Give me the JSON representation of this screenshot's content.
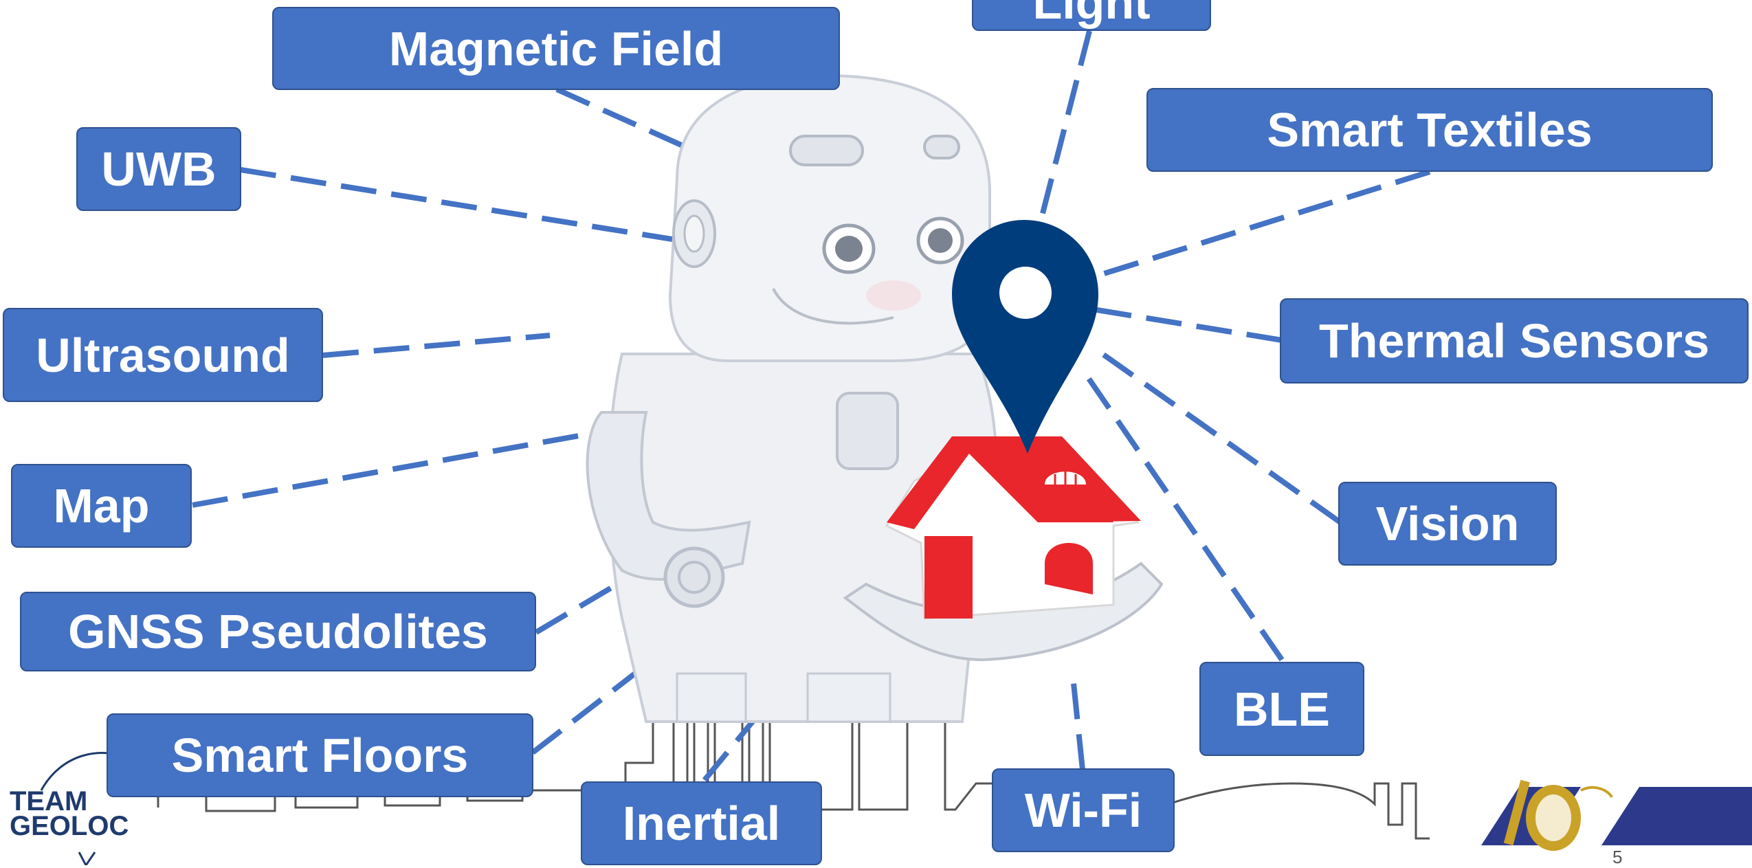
{
  "labels": {
    "light": "Light",
    "magnetic_field": "Magnetic Field",
    "smart_textiles": "Smart Textiles",
    "uwb": "UWB",
    "ultrasound": "Ultrasound",
    "thermal_sensors": "Thermal Sensors",
    "map": "Map",
    "vision": "Vision",
    "gnss_pseudolites": "GNSS Pseudolites",
    "ble": "BLE",
    "smart_floors": "Smart Floors",
    "inertial": "Inertial",
    "wifi": "Wi-Fi"
  },
  "logo": {
    "line1": "TEAM",
    "line2": "GEOLOC"
  },
  "page_number": "5",
  "colors": {
    "label_fill": "#4472C4",
    "label_border": "#2F528F",
    "connector": "#4472C4",
    "pin": "#003D7C",
    "house": "#E8262B",
    "banner_navy": "#2D3A8C",
    "banner_gold": "#C9A227"
  },
  "icons": [
    "robot-illustration",
    "location-pin-icon",
    "house-icon",
    "city-skyline",
    "anniversary-logo"
  ]
}
